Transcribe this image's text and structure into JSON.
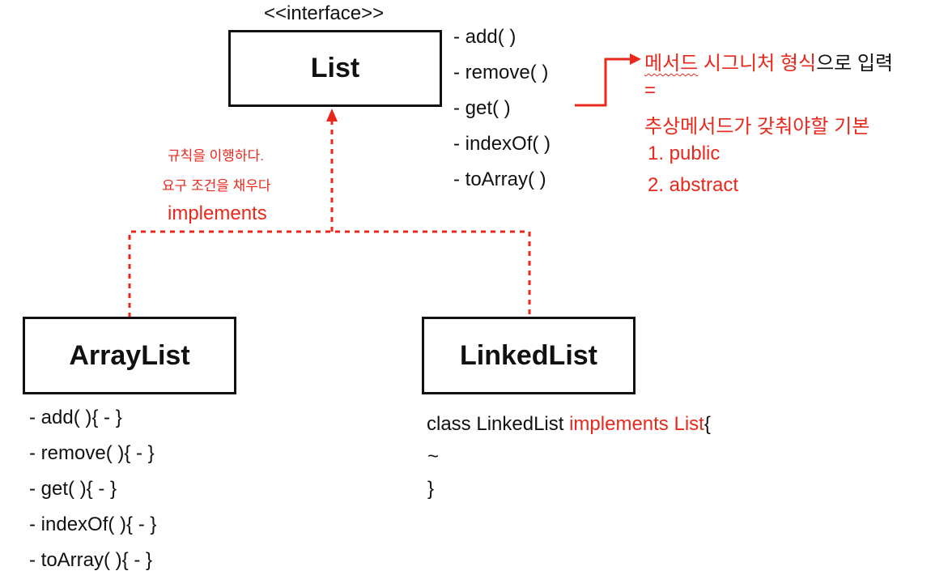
{
  "interface_box": {
    "stereotype": "<<interface>>",
    "name": "List"
  },
  "interface_methods": [
    "- add( )",
    "- remove( )",
    "- get( )",
    "- indexOf( )",
    "- toArray( )"
  ],
  "note": {
    "part1": "메서드",
    "part2": " 시그니처 형식",
    "part3": "으로 입력",
    "equals": "=",
    "line2": "추상메서드가 갖춰야할 기본",
    "item1": "1. public",
    "item2": "2. abstract"
  },
  "relation": {
    "desc1": "규칙을 이행하다.",
    "desc2": "요구 조건을 채우다",
    "keyword": "implements"
  },
  "array_list": {
    "name": "ArrayList",
    "methods": [
      "- add( ){ - }",
      "- remove( ){ - }",
      "- get( ){ - }",
      "- indexOf( ){ - }",
      "- toArray( ){ - }"
    ]
  },
  "linked_list": {
    "name": "LinkedList",
    "code_part1": "class LinkedList ",
    "code_part2": "implements List",
    "code_part3": "{",
    "code_line2": "~",
    "code_line3": "}"
  },
  "colors": {
    "accent": "#e8281c",
    "ink": "#111111",
    "background": "#ffffff"
  }
}
